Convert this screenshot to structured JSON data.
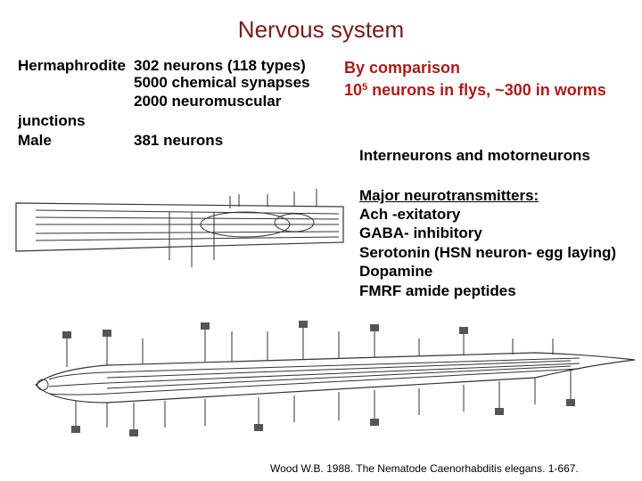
{
  "title": "Nervous system",
  "left_block": {
    "hermaphrodite_label": "Hermaphrodite",
    "hermaphrodite_neurons": "302 neurons (118 types)",
    "chemical_synapses": "5000 chemical synapses",
    "neuromuscular": "2000 neuromuscular",
    "junctions": "junctions",
    "male_label": "Male",
    "male_neurons": "381 neurons"
  },
  "comparison": {
    "heading": "By comparison",
    "line_base": "10",
    "line_exp": "5",
    "line_rest": " neurons in flys, ~300 in worms"
  },
  "interneurons": "Interneurons and motorneurons",
  "neurotransmitters": {
    "heading": "Major neurotransmitters:",
    "items": [
      "Ach -exitatory",
      "GABA- inhibitory",
      "Serotonin (HSN neuron- egg laying)",
      "Dopamine",
      "FMRF amide peptides"
    ]
  },
  "citation": "Wood W.B. 1988. The Nematode Caenorhabditis elegans. 1-667.",
  "colors": {
    "title": "#7a1a1a",
    "accent": "#b01919",
    "text": "#000000"
  }
}
